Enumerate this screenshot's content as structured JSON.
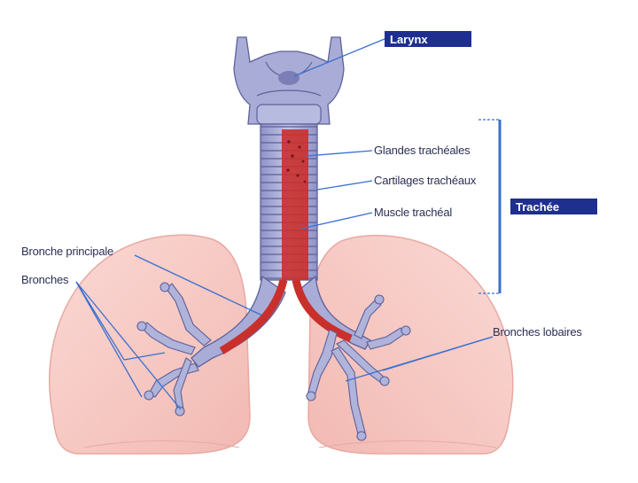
{
  "labels": {
    "larynx": "Larynx",
    "glandes": "Glandes trachéales",
    "cartilages": "Cartilages trachéaux",
    "muscle": "Muscle trachéal",
    "trachee": "Trachée",
    "bronche_principale": "Bronche principale",
    "bronches": "Bronches",
    "bronches_lobaires": "Bronches lobaires"
  },
  "colors": {
    "lung": "#f7c9c4",
    "lung_edge": "#e9a8a2",
    "cartilage": "#a6a9d2",
    "cartilage_dark": "#6f73a8",
    "muscle": "#c9302c",
    "leader": "#3a6fd0",
    "tag_bg": "#1f2f8f",
    "bracket": "#3a6fd0"
  }
}
